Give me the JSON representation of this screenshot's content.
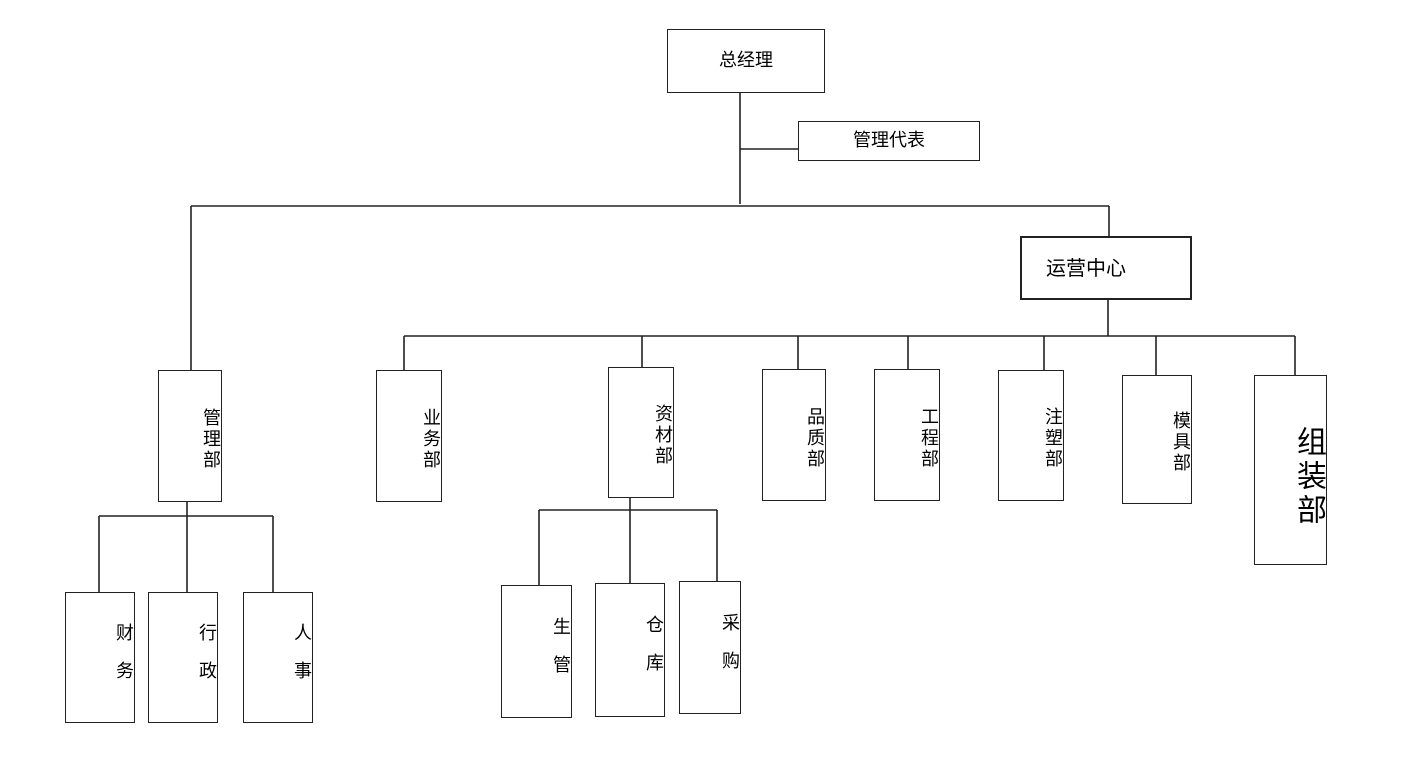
{
  "chart": {
    "root": "总经理",
    "rep": "管理代表",
    "ops": "运营中心",
    "mgmt": "管理部",
    "biz": "业务部",
    "mat": "资材部",
    "qa": "品质部",
    "eng": "工程部",
    "inj": "注塑部",
    "mold": "模具部",
    "asm": "组装部",
    "fin": "财务",
    "adm": "行政",
    "hr": "人事",
    "prod": "生管",
    "wh": "仓库",
    "buy": "采购"
  }
}
